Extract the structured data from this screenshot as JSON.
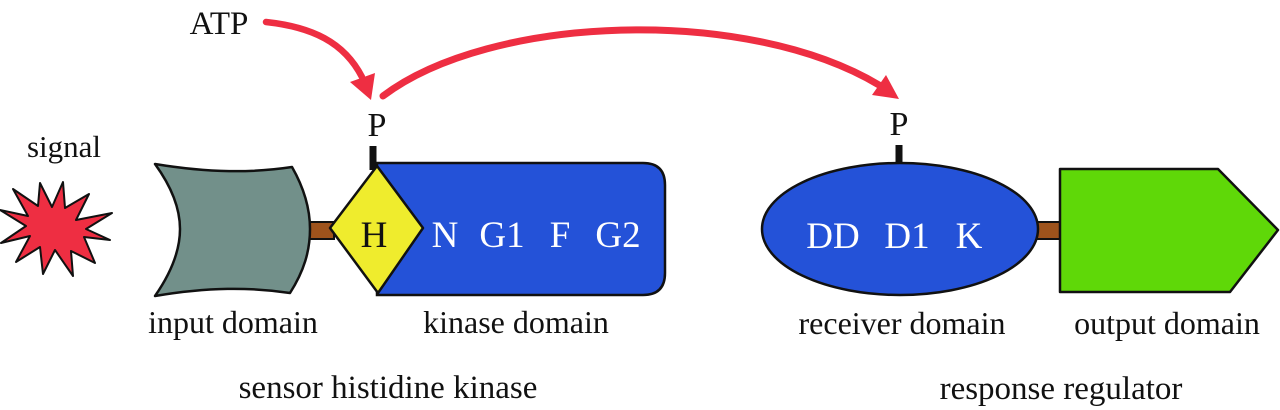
{
  "colors": {
    "red": "#ee2e42",
    "blue": "#2452d8",
    "yellow": "#efec2d",
    "green": "#5fd808",
    "gray": "#72908a",
    "brown": "#9e531c"
  },
  "annotations": {
    "atp": "ATP",
    "signal": "signal"
  },
  "sensor_histidine_kinase": {
    "label": "sensor histidine kinase",
    "input_domain": {
      "label": "input domain"
    },
    "kinase_domain": {
      "label": "kinase domain",
      "phospho_site": "P",
      "histidine": "H",
      "motifs": [
        "N",
        "G1",
        "F",
        "G2"
      ]
    }
  },
  "response_regulator": {
    "label": "response regulator",
    "receiver_domain": {
      "label": "receiver domain",
      "phospho_site": "P",
      "residues": [
        "DD",
        "D1",
        "K"
      ]
    },
    "output_domain": {
      "label": "output domain"
    }
  }
}
